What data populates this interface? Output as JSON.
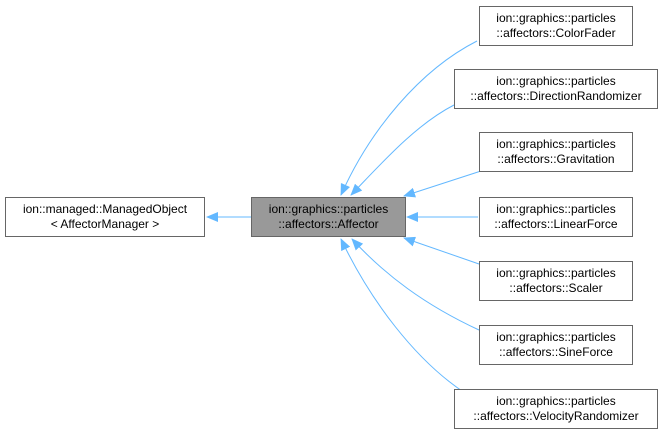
{
  "colors": {
    "edge": "#63b8ff",
    "node_border": "#666666",
    "node_fill": "#ffffff",
    "current_fill": "#999999"
  },
  "nodes": {
    "managed_object": {
      "line1": "ion::managed::ManagedObject",
      "line2": "< AffectorManager >"
    },
    "affector": {
      "line1": "ion::graphics::particles",
      "line2": "::affectors::Affector"
    },
    "color_fader": {
      "line1": "ion::graphics::particles",
      "line2": "::affectors::ColorFader"
    },
    "direction_randomizer": {
      "line1": "ion::graphics::particles",
      "line2": "::affectors::DirectionRandomizer"
    },
    "gravitation": {
      "line1": "ion::graphics::particles",
      "line2": "::affectors::Gravitation"
    },
    "linear_force": {
      "line1": "ion::graphics::particles",
      "line2": "::affectors::LinearForce"
    },
    "scaler": {
      "line1": "ion::graphics::particles",
      "line2": "::affectors::Scaler"
    },
    "sine_force": {
      "line1": "ion::graphics::particles",
      "line2": "::affectors::SineForce"
    },
    "velocity_randomizer": {
      "line1": "ion::graphics::particles",
      "line2": "::affectors::VelocityRandomizer"
    }
  }
}
